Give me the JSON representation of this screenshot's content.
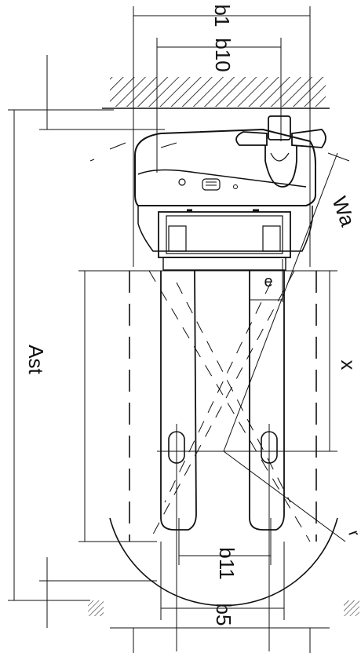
{
  "labels": {
    "b1": "b1",
    "b10": "b10",
    "wa": "Wa",
    "e": "e",
    "x": "x",
    "ast": "Ast",
    "r": "r",
    "b11": "b11",
    "b5": "b5"
  },
  "colors": {
    "line": "#111111",
    "hatch": "#111111",
    "background": "#ffffff"
  }
}
